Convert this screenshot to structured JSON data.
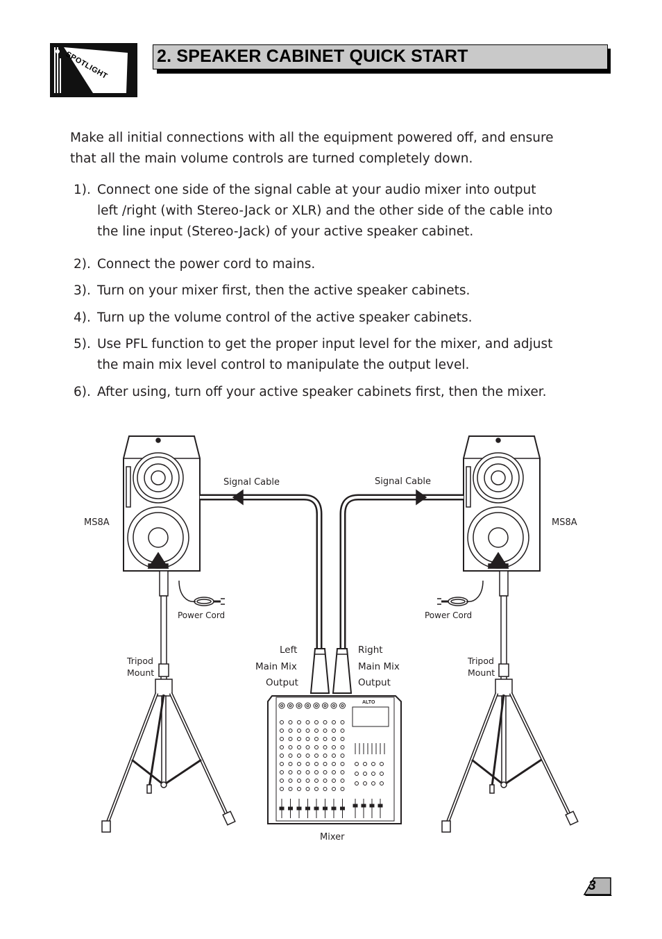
{
  "header": {
    "logo_text": "SPOTLIGHT",
    "title": "2. SPEAKER CABINET QUICK START"
  },
  "intro": {
    "line1": "Make all initial connections with all the equipment powered off, and ensure",
    "line2": "that all the main volume controls are turned completely down."
  },
  "steps": [
    {
      "num": "1).",
      "lines": [
        "Connect one side of the signal cable at your audio mixer into output",
        "left /right (with Stereo-Jack or XLR) and the other side of the cable into",
        "the line input (Stereo-Jack) of your active speaker cabinet."
      ]
    },
    {
      "num": "2).",
      "lines": [
        "Connect the power cord to mains."
      ]
    },
    {
      "num": "3).",
      "lines": [
        "Turn on your mixer first, then the active speaker cabinets."
      ]
    },
    {
      "num": "4).",
      "lines": [
        "Turn up the volume control of the active speaker cabinets."
      ]
    },
    {
      "num": "5).",
      "lines": [
        "Use PFL function to get the proper input level for the mixer, and adjust",
        "the main mix level control to manipulate the output level."
      ]
    },
    {
      "num": "6).",
      "lines": [
        "After using, turn off your active speaker cabinets first, then the mixer."
      ]
    }
  ],
  "diagram": {
    "left_speaker_model": "MS8A",
    "right_speaker_model": "MS8A",
    "signal_cable_left": "Signal Cable",
    "signal_cable_right": "Signal Cable",
    "power_cord_left": "Power Cord",
    "power_cord_right": "Power Cord",
    "tripod_left": [
      "Tripod",
      "Mount"
    ],
    "tripod_right": [
      "Tripod",
      "Mount"
    ],
    "left_output": [
      "Left",
      "Main Mix",
      "Output"
    ],
    "right_output": [
      "Right",
      "Main Mix",
      "Output"
    ],
    "mixer_label": "Mixer",
    "mixer_brand": "ALTO"
  },
  "footer": {
    "page_number": "3"
  }
}
